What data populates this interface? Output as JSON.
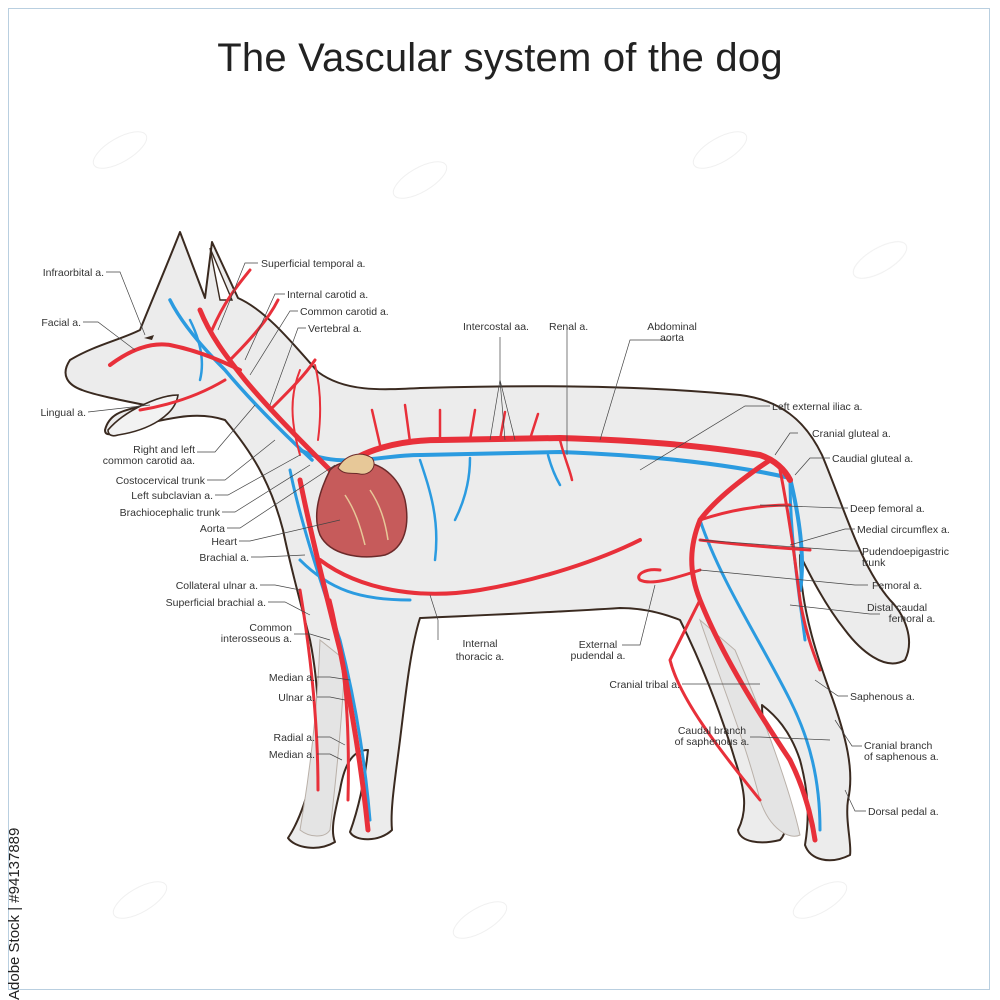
{
  "title": "The Vascular system of the dog",
  "stock_credit": "Adobe Stock | #94137889",
  "colors": {
    "artery": "#e8303a",
    "vein": "#2b9be0",
    "outline": "#3a2a20",
    "body_fill": "#ececec",
    "heart": "#c65b5b"
  },
  "labels": {
    "infraorbital": "Infraorbital a.",
    "facial": "Facial a.",
    "lingual": "Lingual a.",
    "right_left_carotid_1": "Right and left",
    "right_left_carotid_2": "common carotid aa.",
    "costocervical": "Costocervical trunk",
    "left_subclavian": "Left subclavian a.",
    "brachiocephalic": "Brachiocephalic trunk",
    "aorta": "Aorta",
    "heart": "Heart",
    "brachial": "Brachial a.",
    "collateral_ulnar": "Collateral ulnar a.",
    "superficial_brachial": "Superficial brachial a.",
    "common_interosseous_1": "Common",
    "common_interosseous_2": "interosseous a.",
    "median_upper": "Median a.",
    "ulnar": "Ulnar a.",
    "radial": "Radial a.",
    "median_lower": "Median a.",
    "superficial_temporal": "Superficial temporal a.",
    "internal_carotid": "Internal carotid a.",
    "common_carotid": "Common carotid a.",
    "vertebral": "Vertebral a.",
    "intercostal": "Intercostal aa.",
    "renal": "Renal a.",
    "abdominal_aorta_1": "Abdominal",
    "abdominal_aorta_2": "aorta",
    "left_external_iliac": "Left external iliac a.",
    "cranial_gluteal": "Cranial gluteal a.",
    "caudal_gluteal": "Caudial gluteal a.",
    "deep_femoral": "Deep femoral a.",
    "medial_circumflex": "Medial circumflex a.",
    "pudendoepigastric_1": "Pudendoepigastric",
    "pudendoepigastric_2": "trunk",
    "femoral": "Femoral a.",
    "distal_caudal_femoral_1": "Distal caudal",
    "distal_caudal_femoral_2": "femoral a.",
    "internal_thoracic_1": "Internal",
    "internal_thoracic_2": "thoracic a.",
    "external_pudendal_1": "External",
    "external_pudendal_2": "pudendal a.",
    "cranial_tribal": "Cranial tribal a.",
    "saphenous": "Saphenous a.",
    "caudal_branch_1": "Caudal branch",
    "caudal_branch_2": "of saphenous a.",
    "cranial_branch_1": "Cranial branch",
    "cranial_branch_2": "of saphenous a.",
    "dorsal_pedal": "Dorsal pedal a."
  }
}
